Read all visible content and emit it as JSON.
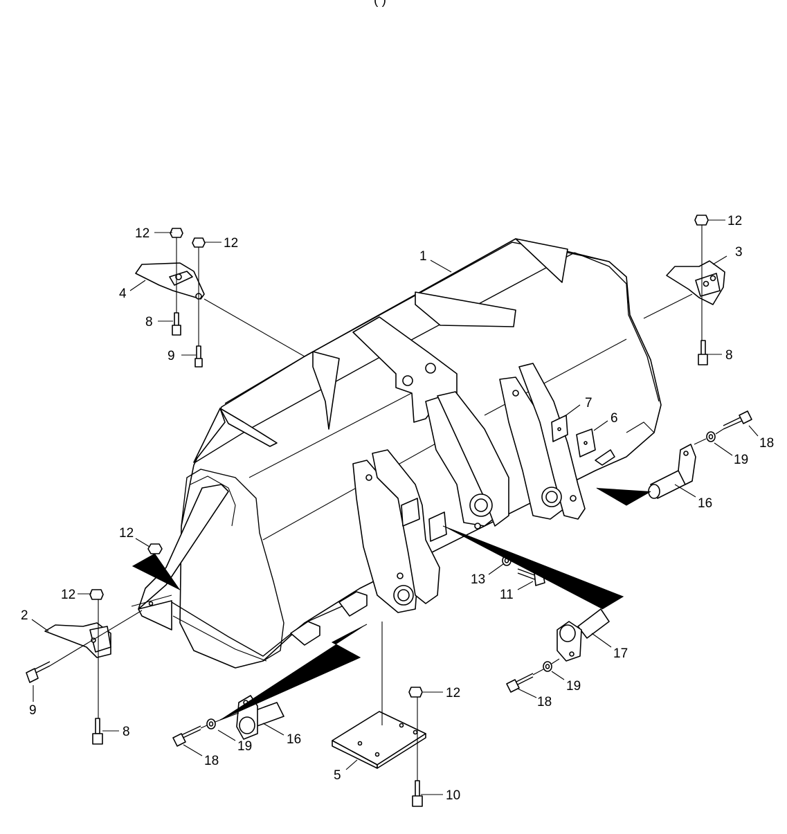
{
  "title_fragment": "(                              )",
  "callouts": [
    {
      "id": "c1",
      "text": "1"
    },
    {
      "id": "c2",
      "text": "2"
    },
    {
      "id": "c3",
      "text": "3"
    },
    {
      "id": "c4",
      "text": "4"
    },
    {
      "id": "c5",
      "text": "5"
    },
    {
      "id": "c6",
      "text": "6"
    },
    {
      "id": "c7",
      "text": "7"
    },
    {
      "id": "c8a",
      "text": "8"
    },
    {
      "id": "c8b",
      "text": "8"
    },
    {
      "id": "c8c",
      "text": "8"
    },
    {
      "id": "c9a",
      "text": "9"
    },
    {
      "id": "c9b",
      "text": "9"
    },
    {
      "id": "c10",
      "text": "10"
    },
    {
      "id": "c11",
      "text": "11"
    },
    {
      "id": "c12a",
      "text": "12"
    },
    {
      "id": "c12b",
      "text": "12"
    },
    {
      "id": "c12c",
      "text": "12"
    },
    {
      "id": "c12d",
      "text": "12"
    },
    {
      "id": "c12e",
      "text": "12"
    },
    {
      "id": "c12f",
      "text": "12"
    },
    {
      "id": "c13",
      "text": "13"
    },
    {
      "id": "c16a",
      "text": "16"
    },
    {
      "id": "c16b",
      "text": "16"
    },
    {
      "id": "c17",
      "text": "17"
    },
    {
      "id": "c18a",
      "text": "18"
    },
    {
      "id": "c18b",
      "text": "18"
    },
    {
      "id": "c18c",
      "text": "18"
    },
    {
      "id": "c19a",
      "text": "19"
    },
    {
      "id": "c19b",
      "text": "19"
    },
    {
      "id": "c19c",
      "text": "19"
    }
  ]
}
